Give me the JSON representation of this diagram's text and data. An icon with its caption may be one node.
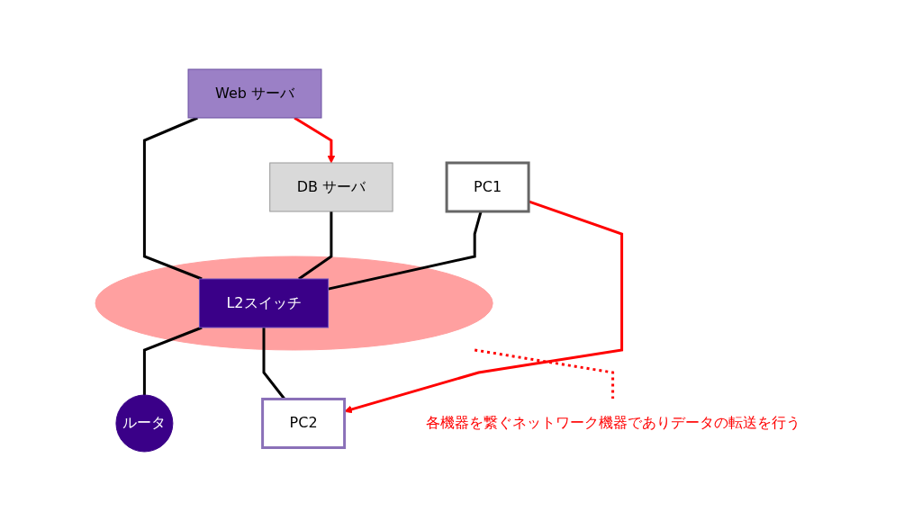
{
  "diagram": {
    "nodes": [
      {
        "text": [
          "Web サーバ"
        ]
      },
      {
        "text": [
          "DB サーバ"
        ]
      },
      {
        "text": [
          "PC1"
        ]
      },
      {
        "text": [],
        "shape": "ellipse"
      },
      {
        "text": [
          "L2スイッチ"
        ],
        "in": 3
      },
      {
        "text": [
          "ルータ"
        ]
      },
      {
        "text": [
          "PC2"
        ]
      },
      {
        "text": [
          "各機器を繋ぐネットワーク機器でありデータの転送を行う"
        ]
      }
    ],
    "edges": [
      {
        "from": 0,
        "to": 4,
        "arrow": "none"
      },
      {
        "from": 1,
        "to": 4,
        "arrow": "none"
      },
      {
        "from": 2,
        "to": 4,
        "arrow": "none"
      },
      {
        "from": 4,
        "to": 5,
        "arrow": "none"
      },
      {
        "from": 4,
        "to": 6,
        "arrow": "none"
      },
      {
        "from": 0,
        "to": 1,
        "arrow": "to",
        "color": "#ff0000"
      },
      {
        "from": 2,
        "to": 6,
        "arrow": "to",
        "color": "#ff0000"
      },
      {
        "from": 7,
        "to": 3,
        "arrow": "none",
        "style": "dashed",
        "color": "#ff0000"
      }
    ]
  }
}
